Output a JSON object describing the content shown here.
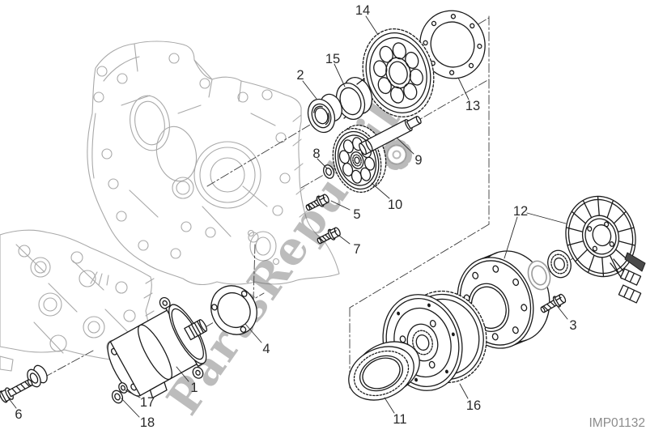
{
  "diagram": {
    "code": "IMP01132",
    "watermark": {
      "text": "PartsRepublik"
    },
    "colors": {
      "line": "#1a1a1a",
      "case_line": "#a9a9a9",
      "centerline": "#3a3a3a",
      "label_text": "#2a2a2a",
      "code_text": "#8c8c8c",
      "watermark_text": "rgba(95,95,95,0.42)"
    },
    "callouts": [
      {
        "label": "1"
      },
      {
        "label": "2"
      },
      {
        "label": "3"
      },
      {
        "label": "4"
      },
      {
        "label": "5"
      },
      {
        "label": "6"
      },
      {
        "label": "7"
      },
      {
        "label": "8"
      },
      {
        "label": "9"
      },
      {
        "label": "10"
      },
      {
        "label": "11"
      },
      {
        "label": "12"
      },
      {
        "label": "13"
      },
      {
        "label": "14"
      },
      {
        "label": "15"
      },
      {
        "label": "16"
      },
      {
        "label": "17"
      },
      {
        "label": "18"
      }
    ]
  }
}
